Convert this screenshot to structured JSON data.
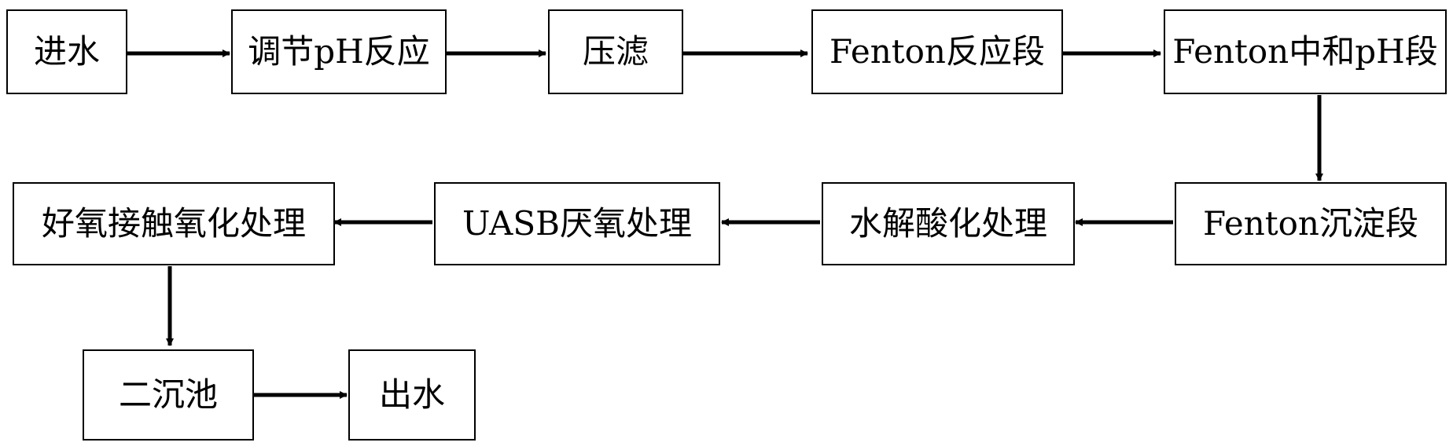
{
  "diagram": {
    "nodes": [
      {
        "id": "inlet",
        "label": "进水"
      },
      {
        "id": "ph_adjust",
        "label": "调节pH反应"
      },
      {
        "id": "press_filter",
        "label": "压滤"
      },
      {
        "id": "fenton_reaction",
        "label": "Fenton反应段"
      },
      {
        "id": "fenton_neutralize",
        "label": "Fenton中和pH段"
      },
      {
        "id": "fenton_settle",
        "label": "Fenton沉淀段"
      },
      {
        "id": "hydrolysis",
        "label": "水解酸化处理"
      },
      {
        "id": "uasb",
        "label": "UASB厌氧处理"
      },
      {
        "id": "aerobic",
        "label": "好氧接触氧化处理"
      },
      {
        "id": "secondary_settle",
        "label": "二沉池"
      },
      {
        "id": "outlet",
        "label": "出水"
      }
    ],
    "edges": [
      {
        "from": "inlet",
        "to": "ph_adjust"
      },
      {
        "from": "ph_adjust",
        "to": "press_filter"
      },
      {
        "from": "press_filter",
        "to": "fenton_reaction"
      },
      {
        "from": "fenton_reaction",
        "to": "fenton_neutralize"
      },
      {
        "from": "fenton_neutralize",
        "to": "fenton_settle"
      },
      {
        "from": "fenton_settle",
        "to": "hydrolysis"
      },
      {
        "from": "hydrolysis",
        "to": "uasb"
      },
      {
        "from": "uasb",
        "to": "aerobic"
      },
      {
        "from": "aerobic",
        "to": "secondary_settle"
      },
      {
        "from": "secondary_settle",
        "to": "outlet"
      }
    ],
    "colors": {
      "stroke": "#000000",
      "fill": "#ffffff",
      "text": "#000000"
    }
  }
}
